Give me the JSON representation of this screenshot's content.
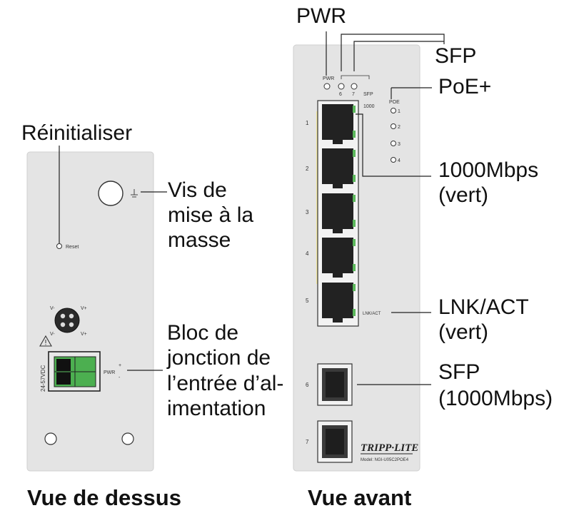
{
  "callouts": {
    "reset": "Réinitialiser",
    "ground_l1": "Vis de",
    "ground_l2": "mise à la",
    "ground_l3": "masse",
    "terminal_l1": "Bloc de",
    "terminal_l2": "jonction de",
    "terminal_l3": "l’entrée d’al-",
    "terminal_l4": "imentation",
    "pwr": "PWR",
    "sfp": "SFP",
    "poe": "PoE+",
    "mbps_l1": "1000Mbps",
    "mbps_l2": "(vert)",
    "lnk_l1": "LNK/ACT",
    "lnk_l2": "(vert)",
    "sfp_port_l1": "SFP",
    "sfp_port_l2": "(1000Mbps)"
  },
  "captions": {
    "top_view": "Vue de dessus",
    "front_view": "Vue avant"
  },
  "top_panel": {
    "reset_label": "Reset",
    "voltage": "24-57VDC",
    "pwr_label": "PWR",
    "v_minus_1": "V-",
    "v_plus_1": "V+",
    "v_minus_2": "V-",
    "v_plus_2": "V+"
  },
  "front_panel": {
    "led_pwr": "PWR",
    "led_6": "6",
    "led_7": "7",
    "led_sfp": "SFP",
    "led_1000": "1000",
    "poe_label": "POE",
    "poe_leds": [
      "1",
      "2",
      "3",
      "4"
    ],
    "ports": [
      "1",
      "2",
      "3",
      "4",
      "5"
    ],
    "sfp_ports": [
      "6",
      "7"
    ],
    "lnk_act": "LNK/ACT",
    "brand": "TRIPP·LITE",
    "model": "Model: NGI-U05C2POE4"
  },
  "colors": {
    "panel": "#e4e4e4",
    "panel_edge": "#c8c8c8",
    "led_green": "#5cb85c",
    "terminal_green": "#4caf50",
    "yellow_strip": "#f2e6a0"
  }
}
